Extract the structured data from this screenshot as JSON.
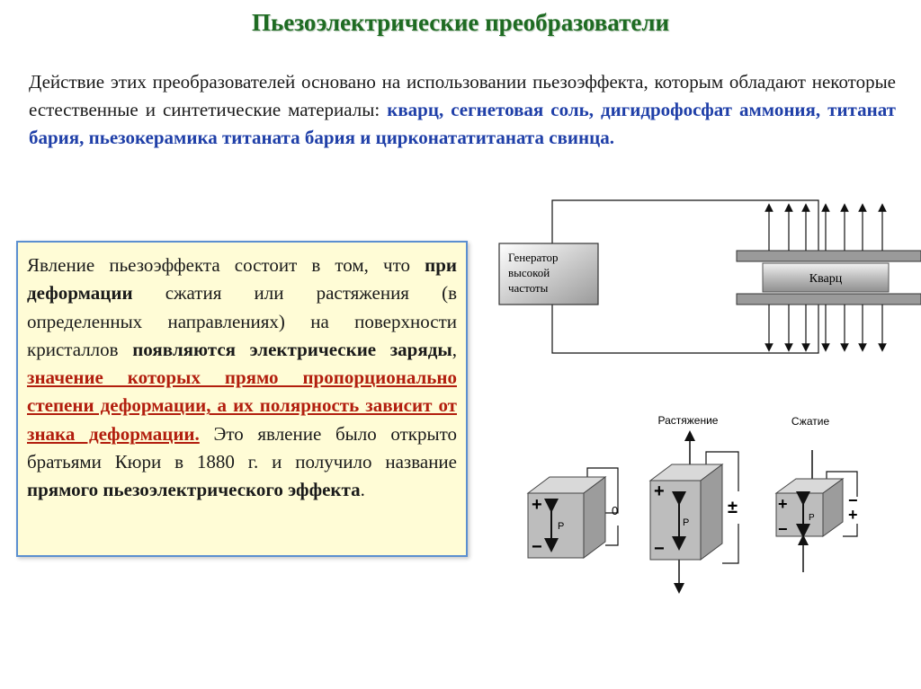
{
  "title": "Пьезоэлектрические преобразователи",
  "intro": {
    "plain": "Действие этих преобразователей основано на использовании пьезоэффекта, которым обладают некоторые естественные и синтетические материалы: ",
    "materials": "кварц, сегнетовая соль, дигидрофосфат аммония, титанат бария, пьезокерамика титаната бария и цирконататитаната свинца",
    "end": "."
  },
  "box": {
    "p1": "Явление пьезоэффекта состоит в том, что ",
    "b1": "при деформации",
    "p2": " сжатия или растяжения (в определенных направлениях) на поверхности кристаллов ",
    "b2": "появляются электрические заряды",
    "p3": ", ",
    "red": "значение которых прямо пропорционально степени деформации, а их полярность зависит от знака деформации.",
    "p4": " Это явление было открыто братьями Кюри в 1880 г. и получило название ",
    "b3": "прямого пьезоэлектрического эффекта",
    "p5": "."
  },
  "diagram_top": {
    "generator_line1": "Генератор",
    "generator_line2": "высокой",
    "generator_line3": "частоты",
    "crystal_label": "Кварц"
  },
  "diagram_bottom": {
    "label_stretch": "Растяжение",
    "label_compress": "Сжатие",
    "plus": "+",
    "minus": "−",
    "pm": "±",
    "zero": "0",
    "p": "P"
  }
}
